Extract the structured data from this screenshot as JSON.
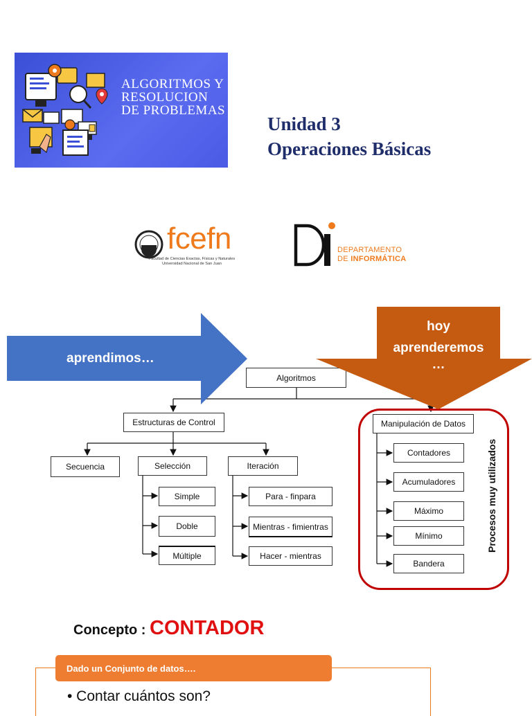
{
  "banner": {
    "title": "ALGORITMOS Y\nRESOLUCION\nDE PROBLEMAS"
  },
  "header": {
    "unit": "Unidad 3",
    "subtitle": "Operaciones Básicas"
  },
  "logos": {
    "fcefn": {
      "name": "fcefn",
      "line1": "Facultad de Ciencias Exactas, Físicas y Naturales",
      "line2": "Universidad Nacional de San Juan"
    },
    "dept": {
      "line1": "DEPARTAMENTO",
      "line2_prefix": "DE ",
      "line2_bold": "INFORMÁTICA"
    }
  },
  "arrows": {
    "learned": "aprendimos…",
    "today": [
      "hoy",
      "aprenderemos",
      "…"
    ]
  },
  "diagram": {
    "root": "Algoritmos",
    "control": "Estructuras de Control",
    "secuencia": "Secuencia",
    "seleccion": "Selección",
    "seleccion_items": [
      "Simple",
      "Doble",
      "Múltiple"
    ],
    "iteracion": "Iteración",
    "iteracion_items": [
      "Para - finpara",
      "Mientras - fimientras",
      "Hacer - mientras"
    ],
    "data": "Manipulación de Datos",
    "data_items": [
      "Contadores",
      "Acumuladores",
      "Máximo",
      "Mínimo",
      "Bandera"
    ],
    "side_label": "Procesos muy utilizados"
  },
  "concept": {
    "label": "Concepto : ",
    "term": "CONTADOR"
  },
  "panel": {
    "header": "Dado un Conjunto de datos….",
    "bullet": "• Contar cuántos son?"
  },
  "colors": {
    "banner_blue": "#4b5ae4",
    "title_navy": "#1f2d6b",
    "orange": "#ee7a1c",
    "blue_arrow": "#4472c4",
    "brown_arrow": "#c55a11",
    "red_frame": "#c00000",
    "red_text": "#e01010"
  }
}
